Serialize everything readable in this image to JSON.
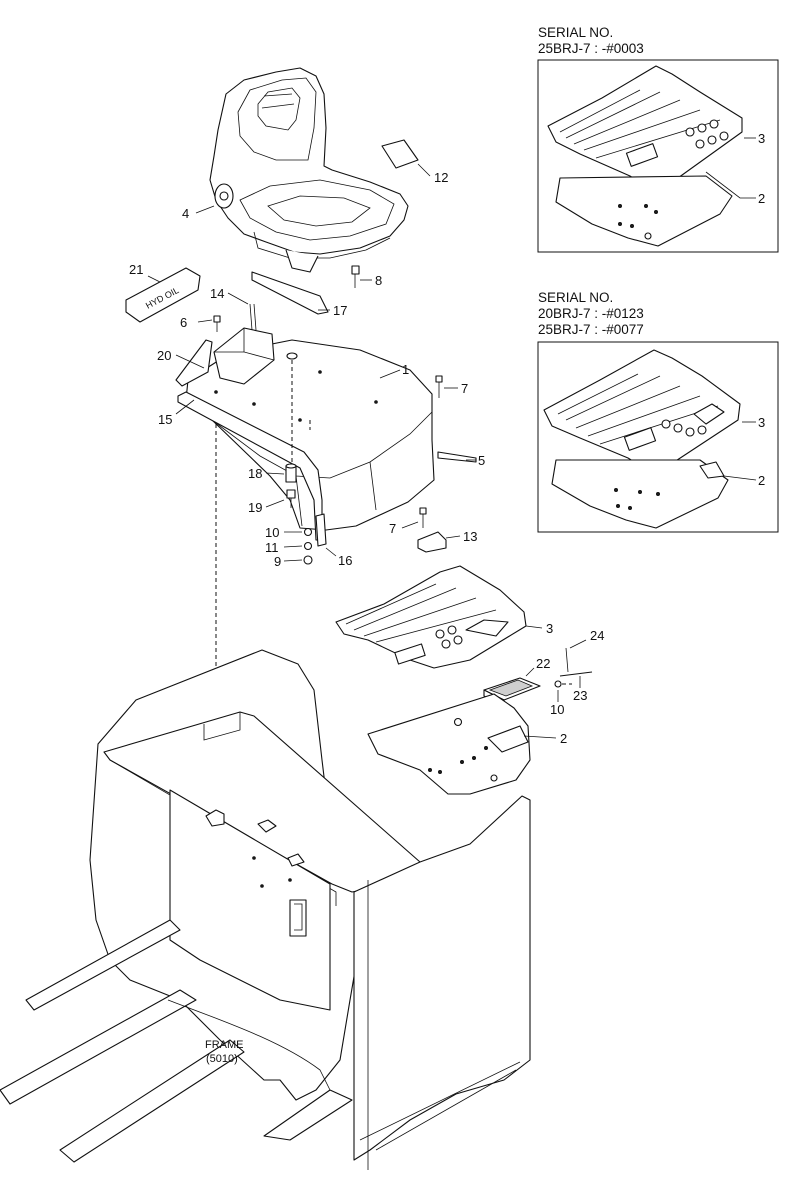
{
  "serial_blocks": [
    {
      "heading": "SERIAL NO.",
      "lines": [
        "25BRJ-7 : -#0003"
      ]
    },
    {
      "heading": "SERIAL NO.",
      "lines": [
        "20BRJ-7 : -#0123",
        "25BRJ-7 : -#0077"
      ]
    }
  ],
  "inset_callouts": [
    {
      "part": "3"
    },
    {
      "part": "2"
    },
    {
      "part": "3"
    },
    {
      "part": "2"
    }
  ],
  "callouts": [
    {
      "part": "4"
    },
    {
      "part": "12"
    },
    {
      "part": "21"
    },
    {
      "part": "8"
    },
    {
      "part": "14"
    },
    {
      "part": "17"
    },
    {
      "part": "6"
    },
    {
      "part": "20"
    },
    {
      "part": "1"
    },
    {
      "part": "7"
    },
    {
      "part": "15"
    },
    {
      "part": "5"
    },
    {
      "part": "18"
    },
    {
      "part": "19"
    },
    {
      "part": "10"
    },
    {
      "part": "11"
    },
    {
      "part": "9"
    },
    {
      "part": "16"
    },
    {
      "part": "7"
    },
    {
      "part": "13"
    },
    {
      "part": "3"
    },
    {
      "part": "24"
    },
    {
      "part": "22"
    },
    {
      "part": "23"
    },
    {
      "part": "10"
    },
    {
      "part": "2"
    }
  ],
  "decal_text": "HYD OIL",
  "frame_label": {
    "name": "FRAME",
    "code": "(5010)"
  }
}
